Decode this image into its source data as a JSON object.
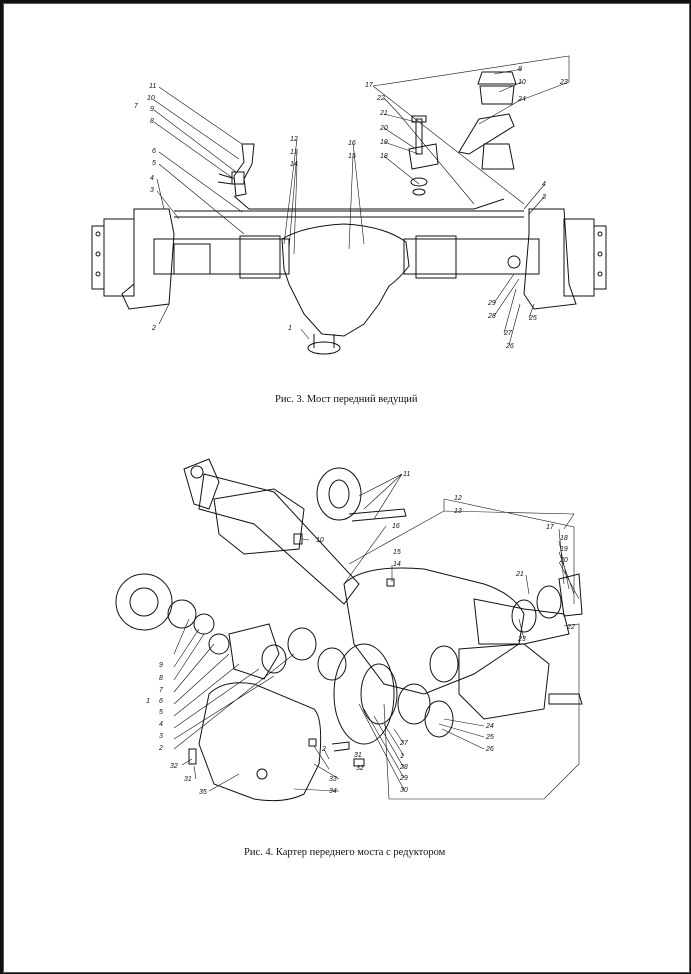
{
  "document": {
    "figures": [
      {
        "id": "fig3",
        "caption": "Рис. 3. Мост передний ведущий",
        "callouts": [
          "1",
          "2",
          "3",
          "4",
          "5",
          "6",
          "7",
          "8",
          "9",
          "10",
          "11",
          "12",
          "13",
          "14",
          "15",
          "16",
          "17",
          "18",
          "19",
          "20",
          "21",
          "22",
          "23",
          "24",
          "25",
          "26",
          "27",
          "28",
          "29",
          "3",
          "4",
          "8",
          "10"
        ]
      },
      {
        "id": "fig4",
        "caption": "Рис. 4. Картер переднего моста с редуктором",
        "callouts": [
          "1",
          "2",
          "3",
          "4",
          "5",
          "6",
          "7",
          "8",
          "9",
          "10",
          "11",
          "12",
          "13",
          "14",
          "15",
          "16",
          "17",
          "18",
          "19",
          "20",
          "21",
          "22",
          "23",
          "24",
          "25",
          "26",
          "27",
          "28",
          "29",
          "30",
          "31",
          "32",
          "33",
          "34",
          "35",
          "1",
          "2",
          "31",
          "32"
        ]
      }
    ],
    "colors": {
      "page": "#ffffff",
      "frame": "#111111",
      "ink": "#111111"
    }
  }
}
